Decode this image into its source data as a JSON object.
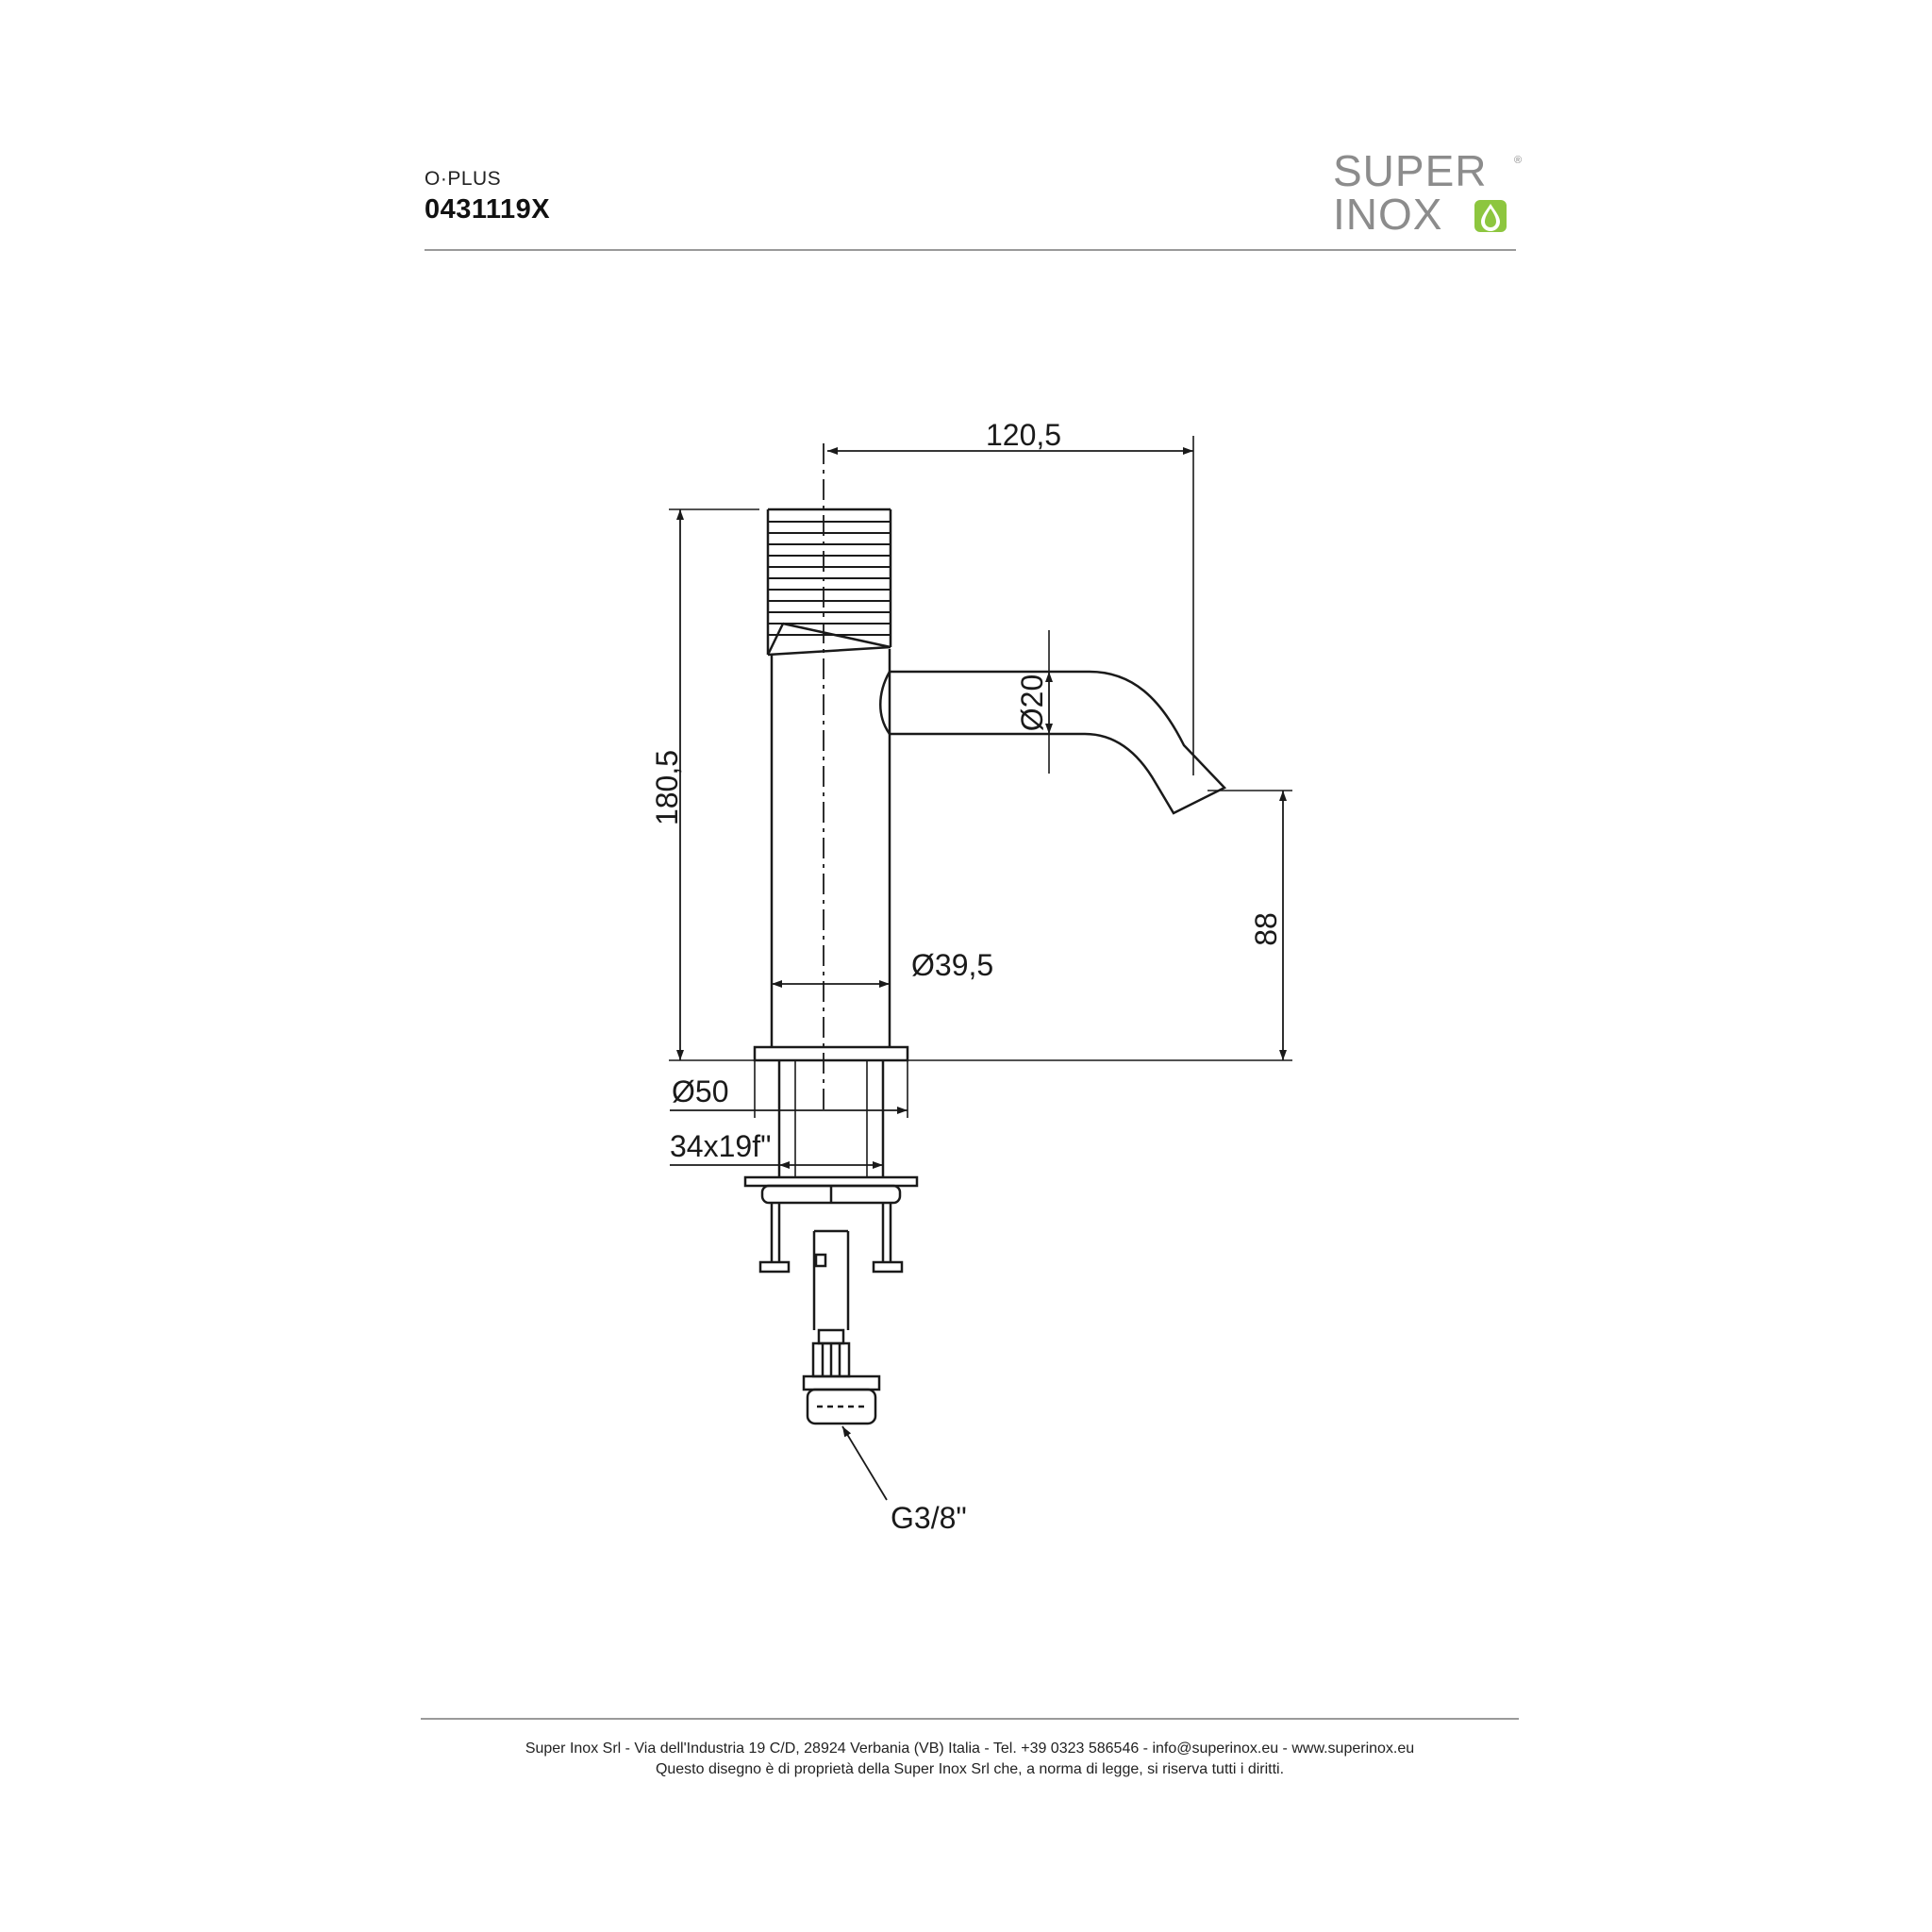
{
  "header": {
    "series": "O·PLUS",
    "code": "0431119X"
  },
  "logo": {
    "line1": "SUPER",
    "line2": "INOX",
    "reg": "®",
    "accent_color": "#8dc63f",
    "text_color": "#8c8c8c",
    "drop_icon": "water-drop-icon"
  },
  "drawing": {
    "dims": {
      "spout_reach": "120,5",
      "total_height": "180,5",
      "spout_diameter": "Ø20",
      "body_diameter": "Ø39,5",
      "spout_height": "88",
      "base_diameter": "Ø50",
      "thread": "34x19f\"",
      "connection": "G3/8\""
    }
  },
  "footer": {
    "line1": "Super Inox Srl - Via dell'Industria 19 C/D, 28924 Verbania (VB) Italia - Tel. +39 0323 586546 - info@superinox.eu - www.superinox.eu",
    "line2": "Questo disegno è di proprietà della Super Inox Srl che, a norma di legge, si riserva tutti i diritti."
  }
}
